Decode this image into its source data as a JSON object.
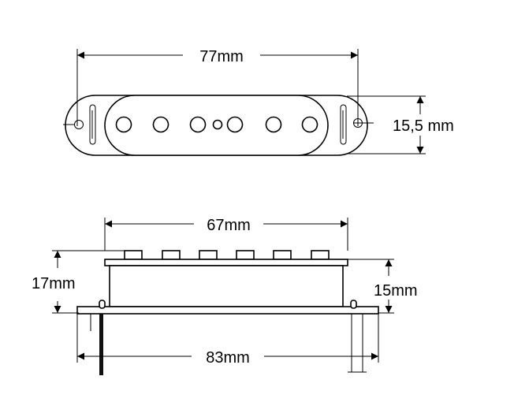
{
  "top_view": {
    "width_label": "77mm",
    "height_label": "15,5 mm"
  },
  "side_view": {
    "top_width_label": "67mm",
    "height_label": "17mm",
    "body_height_label": "15mm",
    "base_width_label": "83mm"
  }
}
